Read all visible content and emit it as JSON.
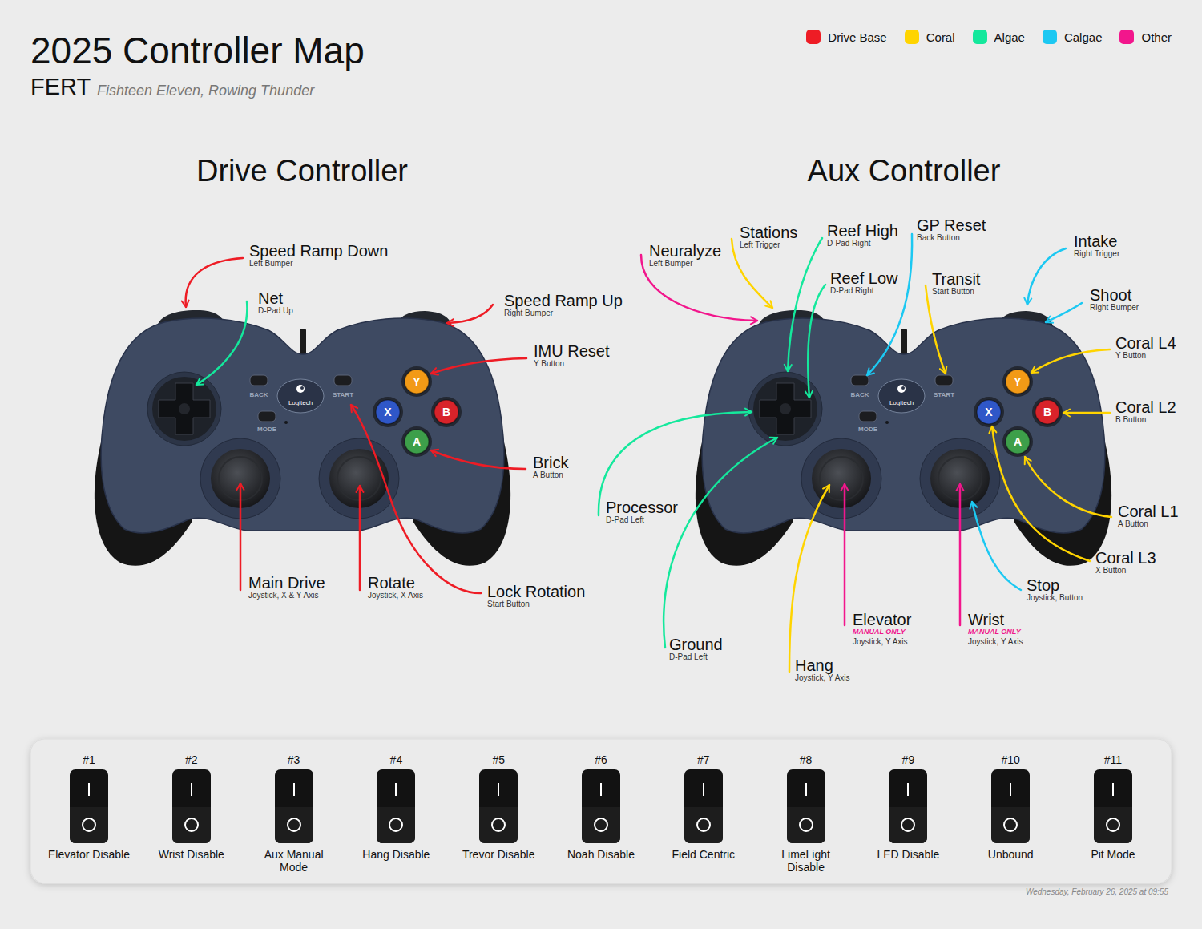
{
  "diagram": {
    "title": "2025 Controller Map",
    "nodes": [
      {
        "text": [
          "#1",
          "Elevator Disable"
        ]
      },
      {
        "text": [
          "#2",
          "Wrist Disable"
        ]
      },
      {
        "text": [
          "#3",
          "Aux Manual Mode"
        ]
      },
      {
        "text": [
          "#4",
          "Hang Disable"
        ]
      },
      {
        "text": [
          "#5",
          "Trevor Disable"
        ]
      },
      {
        "text": [
          "#6",
          "Noah Disable"
        ]
      },
      {
        "text": [
          "#7",
          "Field Centric"
        ]
      },
      {
        "text": [
          "#8",
          "LimeLight Disable"
        ]
      },
      {
        "text": [
          "#9",
          "LED Disable"
        ]
      },
      {
        "text": [
          "#10",
          "Unbound"
        ]
      },
      {
        "text": [
          "#11",
          "Pit Mode"
        ]
      }
    ],
    "labels": [
      "FERT",
      "Fishteen Eleven, Rowing Thunder",
      "Drive Controller",
      "Aux Controller",
      "Speed Ramp Down",
      "Left Bumper",
      "Net",
      "D-Pad Up",
      "Speed Ramp Up",
      "Right Bumper",
      "IMU Reset",
      "Y Button",
      "Brick",
      "A Button",
      "Main Drive",
      "Joystick, X & Y Axis",
      "Rotate",
      "Joystick, X Axis",
      "Lock Rotation",
      "Start Button",
      "Neuralyze",
      "Left Bumper",
      "Stations",
      "Left Trigger",
      "Reef High",
      "D-Pad Right",
      "Reef Low",
      "D-Pad Right",
      "GP Reset",
      "Back Button",
      "Transit",
      "Start Button",
      "Intake",
      "Right Trigger",
      "Shoot",
      "Right Bumper",
      "Coral L4",
      "Y Button",
      "Coral L2",
      "B Button",
      "Coral L1",
      "A Button",
      "Coral L3",
      "X Button",
      "Stop",
      "Joystick, Button",
      "Processor",
      "D-Pad Left",
      "Ground",
      "D-Pad Left",
      "Hang",
      "Joystick, Y Axis",
      "Elevator",
      "MANUAL ONLY",
      "Joystick, Y Axis",
      "Wrist",
      "MANUAL ONLY",
      "Joystick, Y Axis",
      "BACK",
      "START",
      "MODE",
      "Logitech",
      "Y",
      "X",
      "B",
      "A",
      "BACK",
      "START",
      "MODE",
      "Logitech",
      "Y",
      "X",
      "B",
      "A",
      "Wednesday, February 26, 2025 at 09:55"
    ],
    "legend": [
      {
        "text": "Drive Base",
        "color": "#ee1c25"
      },
      {
        "text": "Coral",
        "color": "#ffd400"
      },
      {
        "text": "Algae",
        "color": "#14e89c"
      },
      {
        "text": "Calgae",
        "color": "#1cc8f2"
      },
      {
        "text": "Other",
        "color": "#f2168c"
      }
    ]
  }
}
